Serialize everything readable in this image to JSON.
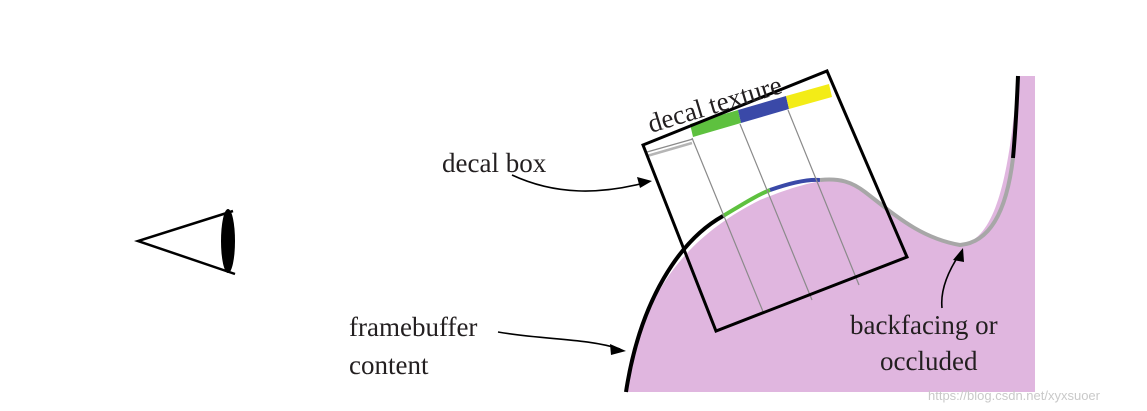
{
  "labels": {
    "decal_texture": "decal texture",
    "decal_box": "decal box",
    "framebuffer_line1": "framebuffer",
    "framebuffer_line2": "content",
    "backfacing_line1": "backfacing or",
    "backfacing_line2": "occluded"
  },
  "watermark": "https://blog.csdn.net/xyxsuoer",
  "colors": {
    "surface_fill": "#e0b6df",
    "outline": "#000000",
    "backfacing_curve": "#a7a7a7",
    "texture_green": "#5ec13f",
    "texture_blue": "#3a49a8",
    "texture_yellow": "#f3ec17",
    "projection_line": "#8a8a8a"
  },
  "icons": {
    "viewer": "eye-icon"
  }
}
